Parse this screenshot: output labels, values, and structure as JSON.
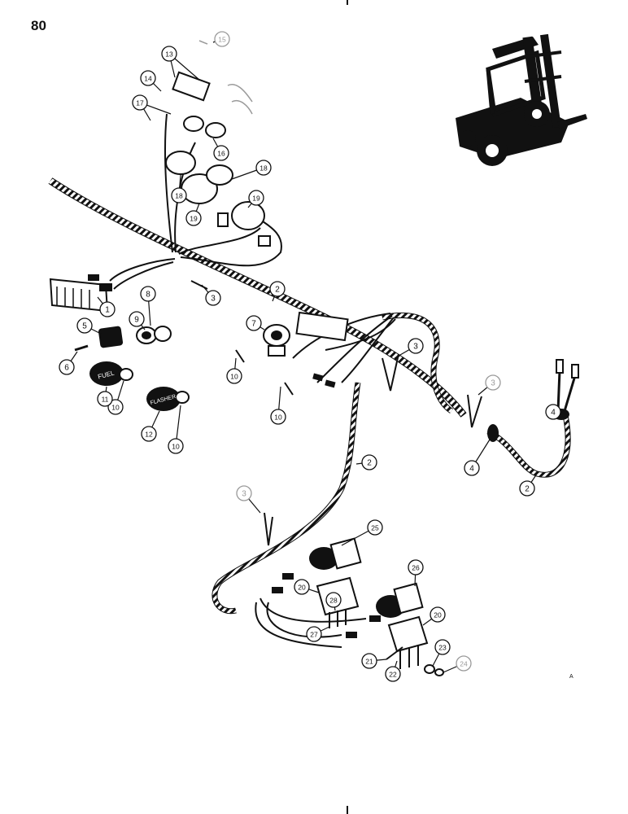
{
  "page": {
    "number": "80",
    "figure_code": "A"
  },
  "knob_labels": {
    "fuel": "FUEL",
    "flasher": "FLASHER"
  },
  "callouts": [
    {
      "id": "c1",
      "label": "1"
    },
    {
      "id": "c2a",
      "label": "2"
    },
    {
      "id": "c2b",
      "label": "2"
    },
    {
      "id": "c2c",
      "label": "2"
    },
    {
      "id": "c3a",
      "label": "3"
    },
    {
      "id": "c3b",
      "label": "3"
    },
    {
      "id": "c3c",
      "label": "3"
    },
    {
      "id": "c3d",
      "label": "3"
    },
    {
      "id": "c4a",
      "label": "4"
    },
    {
      "id": "c4b",
      "label": "4"
    },
    {
      "id": "c5",
      "label": "5"
    },
    {
      "id": "c6",
      "label": "6"
    },
    {
      "id": "c7",
      "label": "7"
    },
    {
      "id": "c8",
      "label": "8"
    },
    {
      "id": "c9",
      "label": "9"
    },
    {
      "id": "c10a",
      "label": "10"
    },
    {
      "id": "c10b",
      "label": "10"
    },
    {
      "id": "c10c",
      "label": "10"
    },
    {
      "id": "c10d",
      "label": "10"
    },
    {
      "id": "c11",
      "label": "11"
    },
    {
      "id": "c12",
      "label": "12"
    },
    {
      "id": "c13",
      "label": "13"
    },
    {
      "id": "c14",
      "label": "14"
    },
    {
      "id": "c15",
      "label": "15"
    },
    {
      "id": "c16",
      "label": "16"
    },
    {
      "id": "c17",
      "label": "17"
    },
    {
      "id": "c18a",
      "label": "18"
    },
    {
      "id": "c18b",
      "label": "18"
    },
    {
      "id": "c19a",
      "label": "19"
    },
    {
      "id": "c19b",
      "label": "19"
    },
    {
      "id": "c20a",
      "label": "20"
    },
    {
      "id": "c20b",
      "label": "20"
    },
    {
      "id": "c21",
      "label": "21"
    },
    {
      "id": "c22",
      "label": "22"
    },
    {
      "id": "c23",
      "label": "23"
    },
    {
      "id": "c24",
      "label": "24"
    },
    {
      "id": "c25",
      "label": "25"
    },
    {
      "id": "c26",
      "label": "26"
    },
    {
      "id": "c27",
      "label": "27"
    },
    {
      "id": "c28",
      "label": "28"
    }
  ],
  "colors": {
    "ink": "#111111",
    "faint": "#9a9a9a",
    "paper": "#ffffff"
  }
}
